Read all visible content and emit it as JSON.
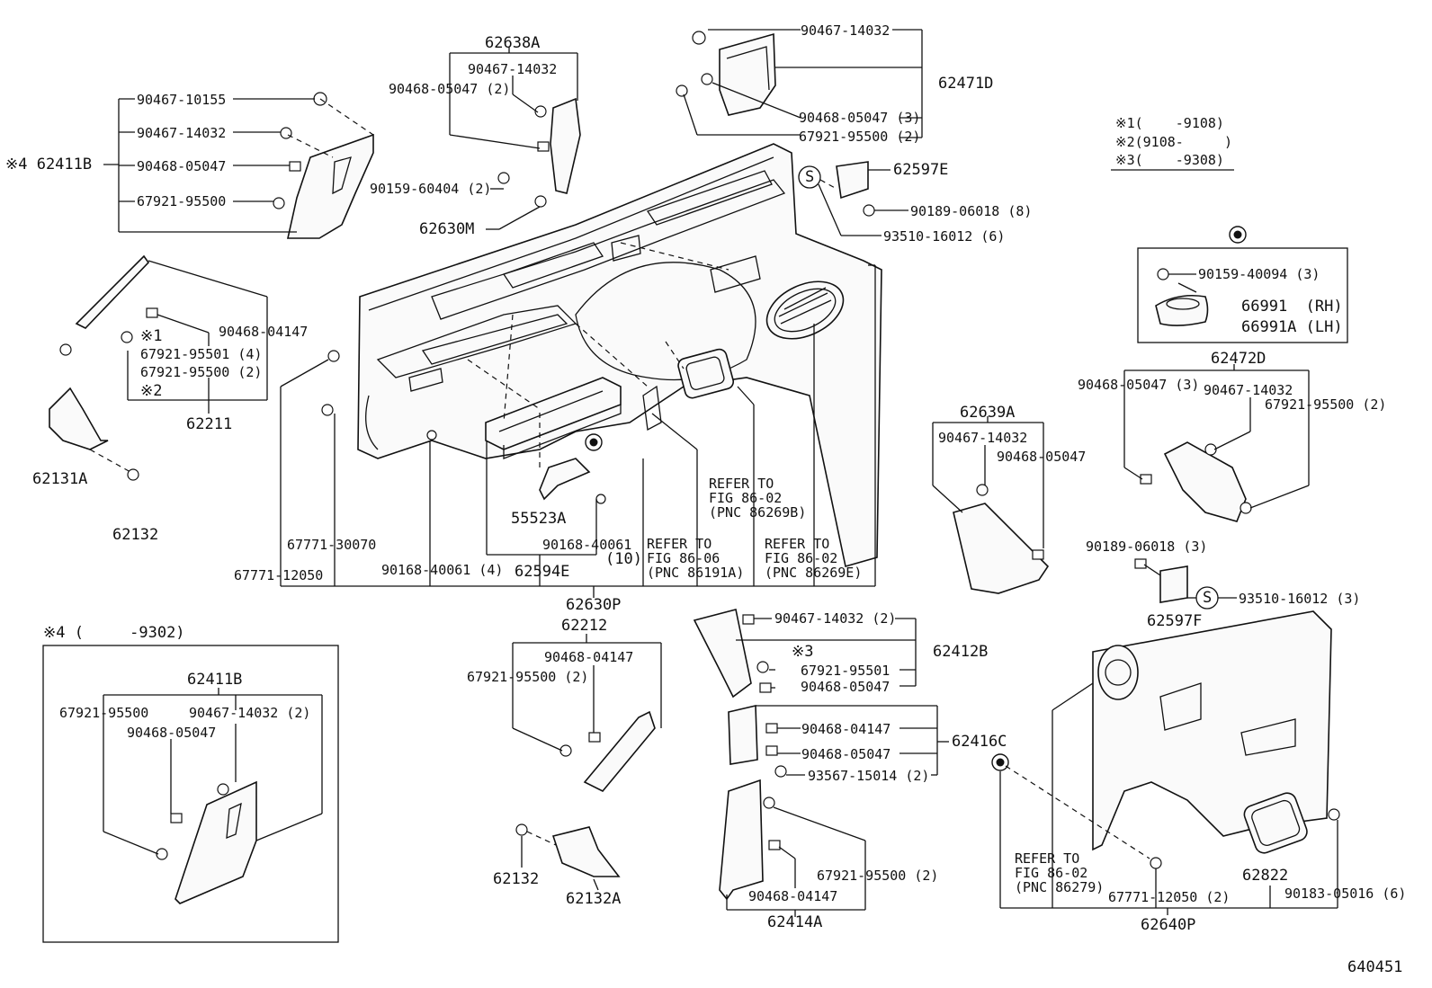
{
  "legend": {
    "note1": "※1(    -9108)",
    "note2": "※2(9108-     )",
    "note3": "※3(    -9308)"
  },
  "labels": {
    "p62638A": "62638A",
    "p62638A_a": "90467-14032",
    "p62638A_b": "90468-05047 (2)",
    "p62471D_top": "90467-14032",
    "p62471D": "62471D",
    "p62471D_a": "90468-05047 (3)",
    "p62471D_b": "67921-95500 (2)",
    "p90467_10155": "90467-10155",
    "p90467_14032_l": "90467-14032",
    "p62411B_l": "※4 62411B",
    "p90468_05047_l": "90468-05047",
    "p67921_95500_l": "67921-95500",
    "p90159_60404": "90159-60404 (2)",
    "p62630M": "62630M",
    "p62597E": "62597E",
    "p90189_06018_8": "90189-06018 (8)",
    "p93510_16012_6": "93510-16012 (6)",
    "p90159_40094": "90159-40094 (3)",
    "p66991": "66991  (RH)",
    "p66991A": "66991A (LH)",
    "p62472D": "62472D",
    "p62472D_a": "90468-05047 (3)",
    "p62472D_b": "90467-14032",
    "p62472D_c": "67921-95500 (2)",
    "p90468_04147": "90468-04147",
    "note_x1": "※1",
    "p67921_95501_4": "67921-95501 (4)",
    "p67921_95500_2": "67921-95500 (2)",
    "note_x2": "※2",
    "p62211": "62211",
    "p62131A": "62131A",
    "p62132_a": "62132",
    "p62639A": "62639A",
    "p62639A_a": "90467-14032",
    "p62639A_b": "90468-05047",
    "p55523A": "55523A",
    "p90168_40061": "90168-40061",
    "p90168_40061_10": "(10)",
    "p62594E": "62594E",
    "p67771_30070": "67771-30070",
    "p67771_12050": "67771-12050",
    "p90168_40061_4": "90168-40061 (4)",
    "ref1_a": "REFER TO",
    "ref1_b": "FIG 86-06",
    "ref1_c": "(PNC 86191A)",
    "ref2_a": "REFER TO",
    "ref2_b": "FIG 86-02",
    "ref2_c": "(PNC 86269B)",
    "ref3_a": "REFER TO",
    "ref3_b": "FIG 86-02",
    "ref3_c": "(PNC 86269E)",
    "p90189_06018_3": "90189-06018 (3)",
    "p62597F": "62597F",
    "p93510_16012_3": "93510-16012 (3)",
    "p62630P": "62630P",
    "p62212": "62212",
    "p62212_a": "90468-04147",
    "p62212_b": "67921-95500 (2)",
    "note4_hdr": "※4 (     -9302)",
    "p62411B_b": "62411B",
    "p62411B_b1": "67921-95500",
    "p62411B_b2": "90467-14032 (2)",
    "p62411B_b3": "90468-05047",
    "p62412B": "62412B",
    "p62412B_a": "90467-14032 (2)",
    "note_x3": "※3",
    "p62412B_b": "67921-95501",
    "p62412B_c": "90468-05047",
    "p62416C": "62416C",
    "p62416C_a": "90468-04147",
    "p62416C_b": "90468-05047",
    "p62416C_c": "93567-15014 (2)",
    "p62132_b": "62132",
    "p62132A": "62132A",
    "p62414A_a": "67921-95500 (2)",
    "p62414A_b": "90468-04147",
    "p62414A": "62414A",
    "ref4_a": "REFER TO",
    "ref4_b": "FIG 86-02",
    "ref4_c": "(PNC 86279)",
    "p62822": "62822",
    "p67771_12050_2": "67771-12050 (2)",
    "p90183_05016": "90183-05016 (6)",
    "p62640P": "62640P",
    "fig_no": "640451",
    "sym_s1": "S",
    "sym_s2": "S"
  }
}
